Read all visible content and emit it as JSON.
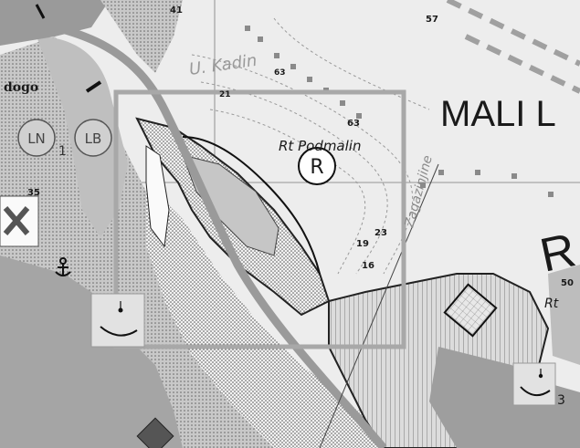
{
  "map": {
    "labels": {
      "place_mali": "MALI L",
      "place_rt_podmalin": "Rt Podmalin",
      "place_u_kadine": "U. Kadin",
      "place_zagazinjine": "Zagazinjine",
      "place_dogo": "dogo",
      "place_rt_right": "Rt",
      "big_letter_r": "R",
      "badge_r": "R",
      "badge_ln": "LN",
      "badge_lb": "LB",
      "badge_ln_sub": "1",
      "depth_41": "41",
      "depth_57": "57",
      "depth_63_top": "63",
      "depth_21": "21",
      "depth_63": "63",
      "depth_35": "35",
      "depth_23": "23",
      "depth_19": "19",
      "depth_16": "16",
      "depth_50": "50",
      "mooring_sub": "3"
    },
    "icons": {
      "anchor": "anchor-icon",
      "cross": "cross-icon",
      "mooring_box_left": "mooring-icon",
      "mooring_box_right": "mooring-icon",
      "hatch_square": "hatched-square-icon",
      "dark_diamond": "dark-diamond-icon"
    },
    "colors": {
      "sea": "#ededed",
      "land_gray": "#bdbdbd",
      "dark_land": "#969696",
      "border_line": "#9a9a9a",
      "frame": "#a8a8a8",
      "text": "#1a1a1a"
    }
  }
}
